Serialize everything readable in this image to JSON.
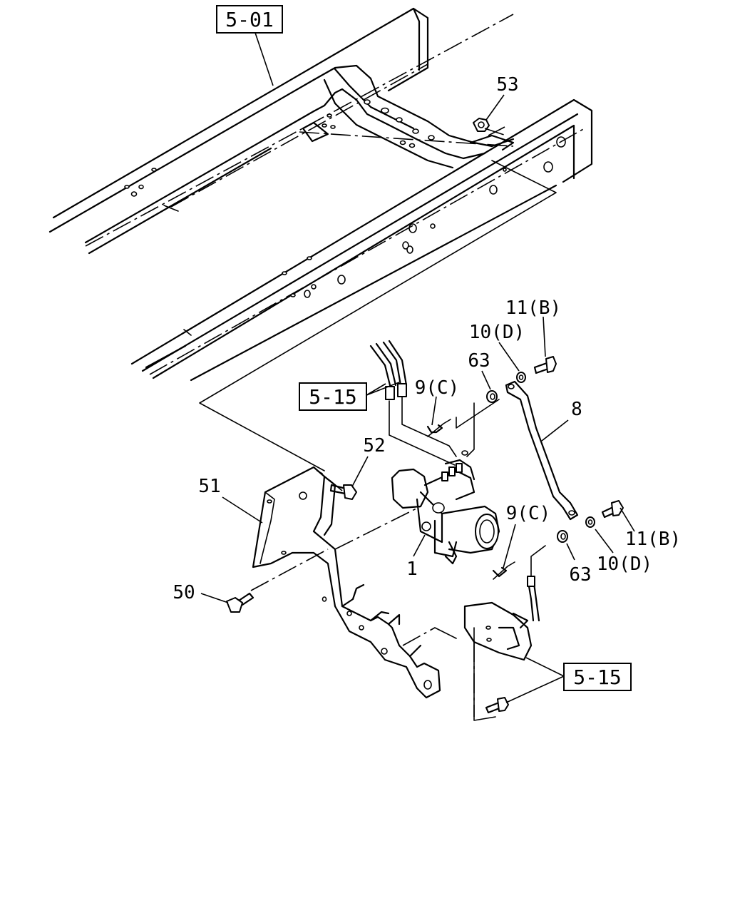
{
  "diagram": {
    "ref_boxes": [
      {
        "id": "ref-5-01",
        "text": "5-01"
      },
      {
        "id": "ref-5-15-upper",
        "text": "5-15"
      },
      {
        "id": "ref-5-15-lower",
        "text": "5-15"
      }
    ],
    "callouts": [
      {
        "id": "53",
        "text": "53"
      },
      {
        "id": "11b-upper",
        "text": "11(B)"
      },
      {
        "id": "10d-upper",
        "text": "10(D)"
      },
      {
        "id": "63-upper",
        "text": "63"
      },
      {
        "id": "9c-upper",
        "text": "9(C)"
      },
      {
        "id": "8",
        "text": "8"
      },
      {
        "id": "52",
        "text": "52"
      },
      {
        "id": "51",
        "text": "51"
      },
      {
        "id": "1",
        "text": "1"
      },
      {
        "id": "9c-lower",
        "text": "9(C)"
      },
      {
        "id": "11b-lower",
        "text": "11(B)"
      },
      {
        "id": "10d-lower",
        "text": "10(D)"
      },
      {
        "id": "63-lower",
        "text": "63"
      },
      {
        "id": "50",
        "text": "50"
      }
    ]
  }
}
